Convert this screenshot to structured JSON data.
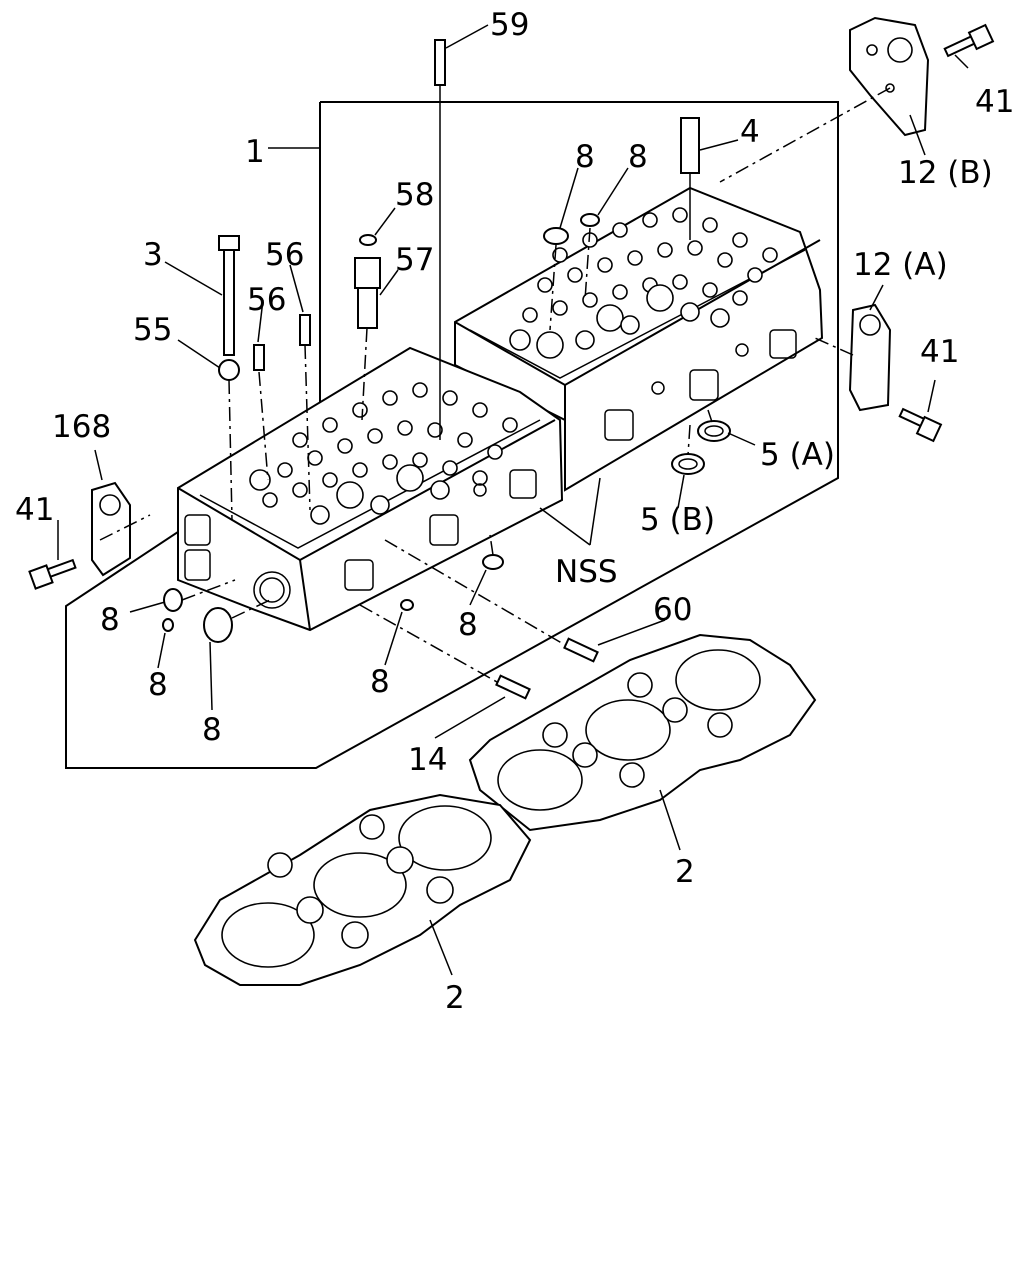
{
  "labels": {
    "p59": "59",
    "p1": "1",
    "p4": "4",
    "p41a": "41",
    "p12b": "12 (B)",
    "p8a": "8",
    "p8b": "8",
    "p58": "58",
    "p3": "3",
    "p56a": "56",
    "p57": "57",
    "p56b": "56",
    "p55": "55",
    "p12a": "12 (A)",
    "p41b": "41",
    "p168": "168",
    "p5a": "5 (A)",
    "p41c": "41",
    "p5b": "5 (B)",
    "pnss": "NSS",
    "p8c": "8",
    "p8d": "8",
    "p60": "60",
    "p8e": "8",
    "p8f": "8",
    "p8g": "8",
    "p14": "14",
    "p2a": "2",
    "p2b": "2"
  }
}
